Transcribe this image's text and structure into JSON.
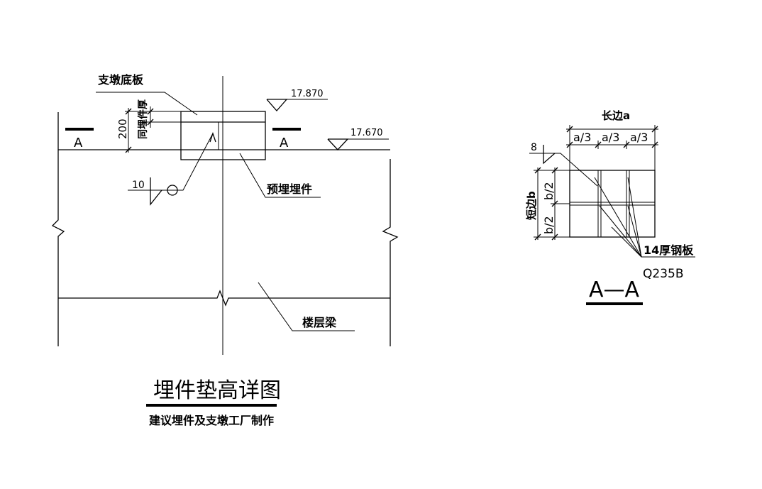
{
  "left_drawing": {
    "base_plate_label": "支墩底板",
    "elev_top": "17.870",
    "elev_floor": "17.670",
    "section_mark_left": "A",
    "section_mark_right": "A",
    "dim_200": "200",
    "weld_thickness_label": "同埋件厚",
    "weld_size": "10",
    "embedded_part_label": "预埋埋件",
    "floor_beam_label": "楼层梁",
    "title": "埋件垫高详图",
    "subtitle": "建议埋件及支墩工厂制作"
  },
  "section_aa": {
    "long_side_label": "长边a",
    "third_labels": [
      "a/3",
      "a/3",
      "a/3"
    ],
    "weld_size": "8",
    "short_side_label": "短边b",
    "half_labels": [
      "b/2",
      "b/2"
    ],
    "plate_label": "14厚钢板",
    "material": "Q235B",
    "title": "A—A"
  }
}
